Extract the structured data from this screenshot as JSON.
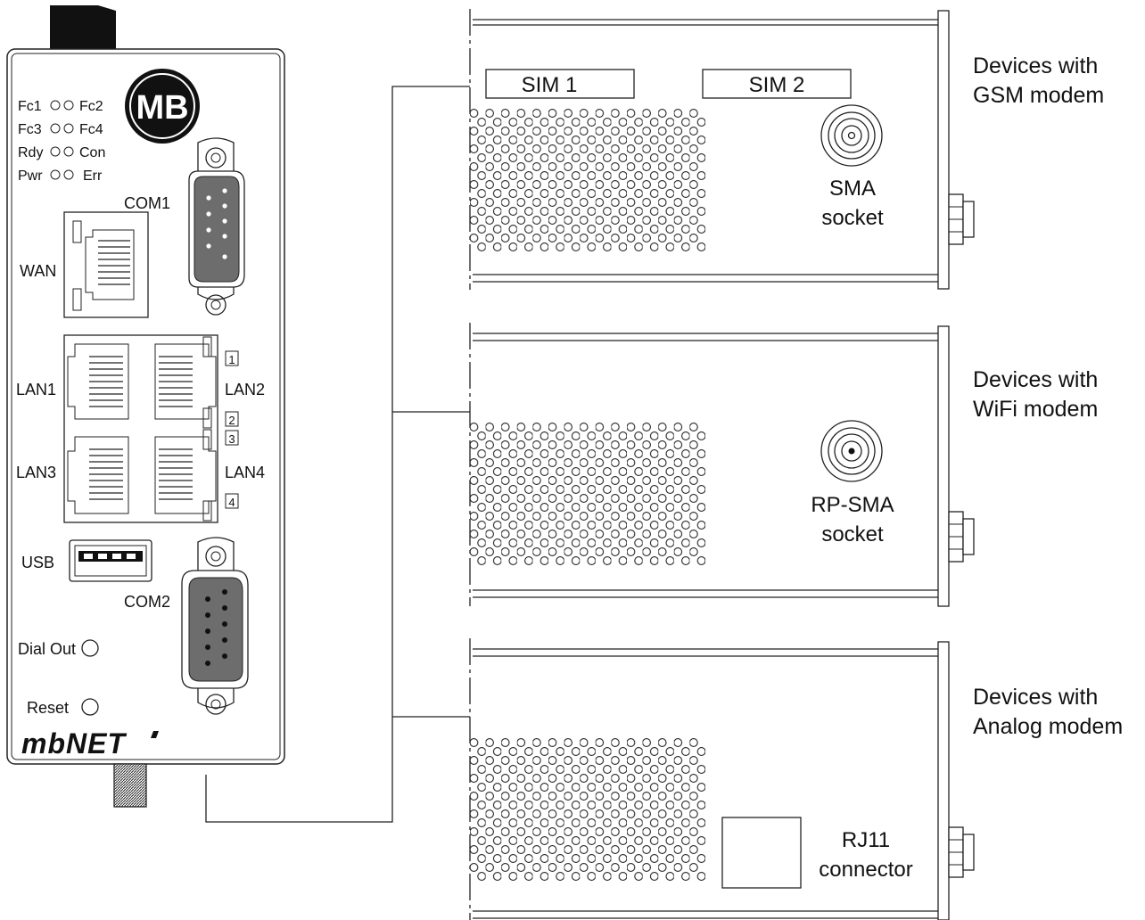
{
  "device": {
    "brand_badge": "MB",
    "logo_text": "mbNET",
    "leds": {
      "row1": [
        "Fc1",
        "Fc2"
      ],
      "row2": [
        "Fc3",
        "Fc4"
      ],
      "row3": [
        "Rdy",
        "Con"
      ],
      "row4": [
        "Pwr",
        "Err"
      ]
    },
    "ports": {
      "com1": "COM1",
      "wan": "WAN",
      "lan1": "LAN1",
      "lan2": "LAN2",
      "lan3": "LAN3",
      "lan4": "LAN4",
      "usb": "USB",
      "com2": "COM2",
      "dial_out": "Dial Out",
      "reset": "Reset"
    },
    "lan_numbers": [
      "1",
      "2",
      "3",
      "4"
    ]
  },
  "modules": {
    "gsm": {
      "sim1": "SIM 1",
      "sim2": "SIM 2",
      "socket_line1": "SMA",
      "socket_line2": "socket",
      "caption_line1": "Devices with",
      "caption_line2": "GSM modem"
    },
    "wifi": {
      "socket_line1": "RP-SMA",
      "socket_line2": "socket",
      "caption_line1": "Devices with",
      "caption_line2": "WiFi modem"
    },
    "analog": {
      "connector_line1": "RJ11",
      "connector_line2": "connector",
      "caption_line1": "Devices with",
      "caption_line2": "Analog modem"
    }
  }
}
